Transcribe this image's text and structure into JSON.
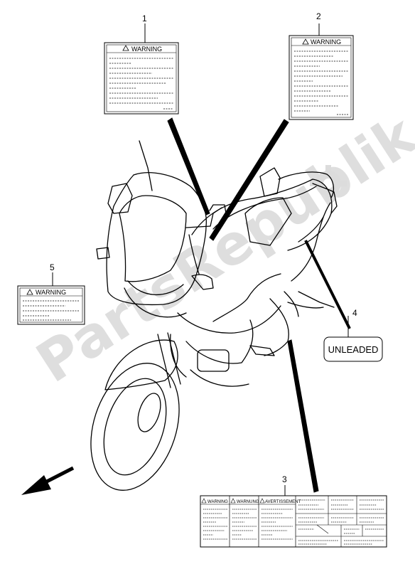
{
  "watermark": {
    "text": "PartsRepublik"
  },
  "callouts": {
    "c1": "1",
    "c2": "2",
    "c3": "3",
    "c4": "4",
    "c5": "5"
  },
  "labels": {
    "label1_title": "WARNING",
    "label2_title": "WARNING",
    "label5_title": "WARNING",
    "label4_text": "UNLEADED",
    "label3_col1": "WARNING",
    "label3_col2": "WARNUNG",
    "label3_col3": "AVERTISSEMENT"
  },
  "icons": {
    "warning": "warning-triangle-icon",
    "front": "front-direction-arrow-icon",
    "gear": "gear-icon"
  }
}
